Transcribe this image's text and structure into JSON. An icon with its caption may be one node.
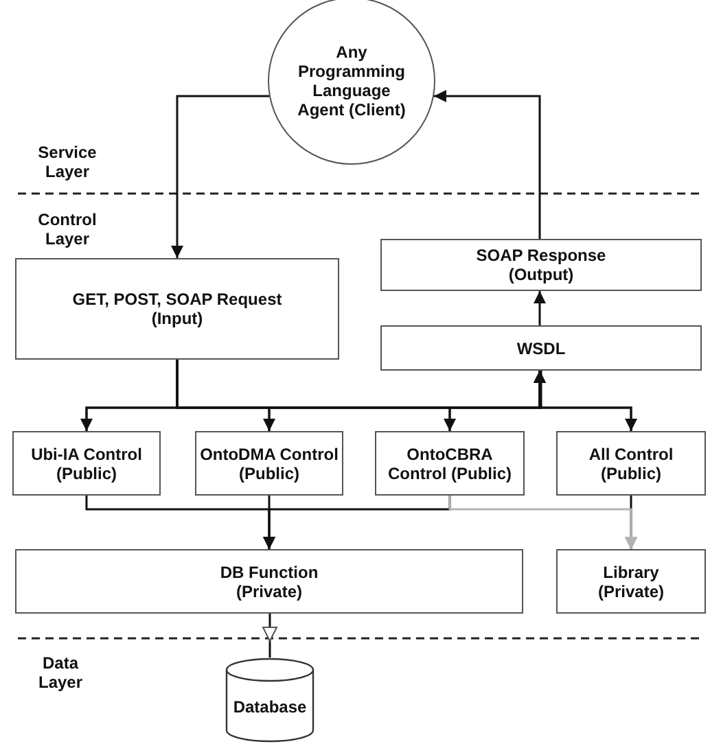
{
  "diagram": {
    "nodes": [
      {
        "text": [
          "Any Programming Language Agent (Client)"
        ]
      },
      {
        "text": [
          "GET, POST, SOAP Request (Input)"
        ]
      },
      {
        "text": [
          "SOAP Response (Output)"
        ]
      },
      {
        "text": [
          "WSDL"
        ]
      },
      {
        "text": [
          "Ubi-IA Control (Public)"
        ]
      },
      {
        "text": [
          "OntoDMA Control (Public)"
        ]
      },
      {
        "text": [
          "OntoCBRA Control (Public)"
        ]
      },
      {
        "text": [
          "All Control (Public)"
        ]
      },
      {
        "text": [
          "DB Function (Private)"
        ]
      },
      {
        "text": [
          "Library (Private)"
        ]
      },
      {
        "text": [
          "Database"
        ]
      }
    ],
    "edges": [
      {
        "from": 0,
        "to": 1,
        "arrow": "to"
      },
      {
        "from": 2,
        "to": 0,
        "arrow": "to"
      },
      {
        "from": 3,
        "to": 2,
        "arrow": "to"
      },
      {
        "from": 1,
        "to": 4,
        "arrow": "to"
      },
      {
        "from": 1,
        "to": 5,
        "arrow": "to"
      },
      {
        "from": 1,
        "to": 6,
        "arrow": "to"
      },
      {
        "from": 1,
        "to": 7,
        "arrow": "to"
      },
      {
        "from": 4,
        "to": 3,
        "arrow": "to"
      },
      {
        "from": 5,
        "to": 3,
        "arrow": "to"
      },
      {
        "from": 6,
        "to": 3,
        "arrow": "to"
      },
      {
        "from": 7,
        "to": 3,
        "arrow": "to"
      },
      {
        "from": 4,
        "to": 8,
        "arrow": "to"
      },
      {
        "from": 5,
        "to": 8,
        "arrow": "to"
      },
      {
        "from": 6,
        "to": 8,
        "arrow": "to"
      },
      {
        "from": 7,
        "to": 9,
        "arrow": "to"
      },
      {
        "from": 6,
        "to": 9,
        "arrow": "to",
        "color": "#b4b4b4"
      },
      {
        "from": 8,
        "to": 10,
        "arrow": "to"
      }
    ],
    "labels": [
      "Service Layer",
      "Control Layer",
      "Data Layer"
    ]
  }
}
